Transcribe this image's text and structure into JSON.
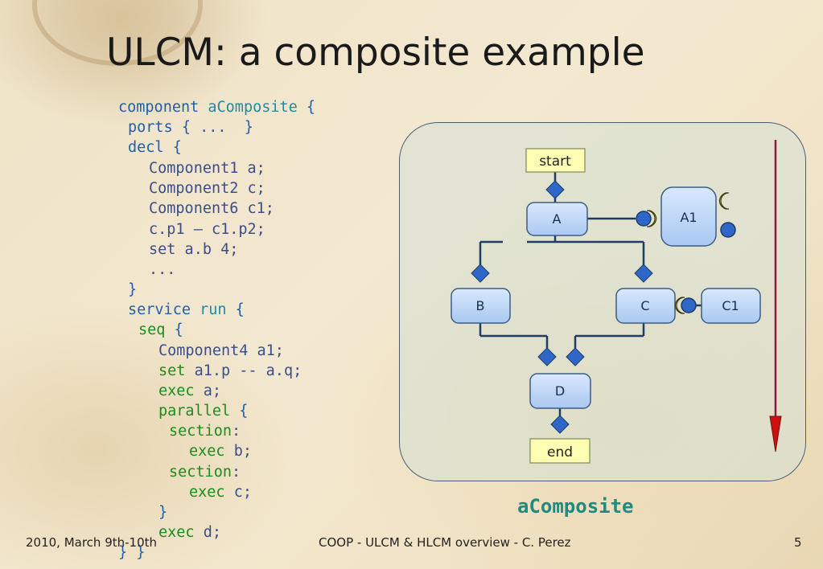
{
  "slide": {
    "title": "ULCM: a composite example",
    "caption": "aComposite",
    "footer": {
      "date": "2010, March 9th-10th",
      "center": "COOP - ULCM & HLCM overview - C. Perez",
      "page": "5"
    }
  },
  "code": {
    "l1": {
      "a": "component",
      "b": "aComposite",
      "c": "{"
    },
    "l2": {
      "a": "ports",
      "b": "{ ...  }"
    },
    "l3": {
      "a": "decl",
      "b": "{"
    },
    "l4": "Component1 a;",
    "l5": "Component2 c;",
    "l6": "Component6 c1;",
    "l7": "c.p1 – c1.p2;",
    "l8": "set a.b 4;",
    "l9": "...",
    "l10": "}",
    "l11": {
      "a": "service",
      "b": "run",
      "c": "{"
    },
    "l12": {
      "a": "seq",
      "b": "{"
    },
    "l13": "Component4 a1;",
    "l14": {
      "a": "set",
      "b": "a1.p -- a.q;"
    },
    "l15": {
      "a": "exec",
      "b": "a;"
    },
    "l16": {
      "a": "parallel",
      "b": "{"
    },
    "l17": {
      "a": "section",
      "b": ":"
    },
    "l18": {
      "a": "exec",
      "b": "b;"
    },
    "l19": {
      "a": "section",
      "b": ":"
    },
    "l20": {
      "a": "exec",
      "b": "c;"
    },
    "l21": "}",
    "l22": {
      "a": "exec",
      "b": "d;"
    },
    "l23": "} }"
  },
  "diagram": {
    "start": "start",
    "A": "A",
    "A1": "A1",
    "B": "B",
    "C": "C",
    "C1": "C1",
    "D": "D",
    "end": "end",
    "colors": {
      "box_fill": "#bcd6f8",
      "box_stroke": "#3e5c82",
      "terminal_fill": "#ffffb4",
      "diamond": "#2f67c8",
      "provides_port": "#2f67c8",
      "uses_port": "#f0e040",
      "line": "#1e3c64",
      "arrow": "#cc1010"
    }
  }
}
